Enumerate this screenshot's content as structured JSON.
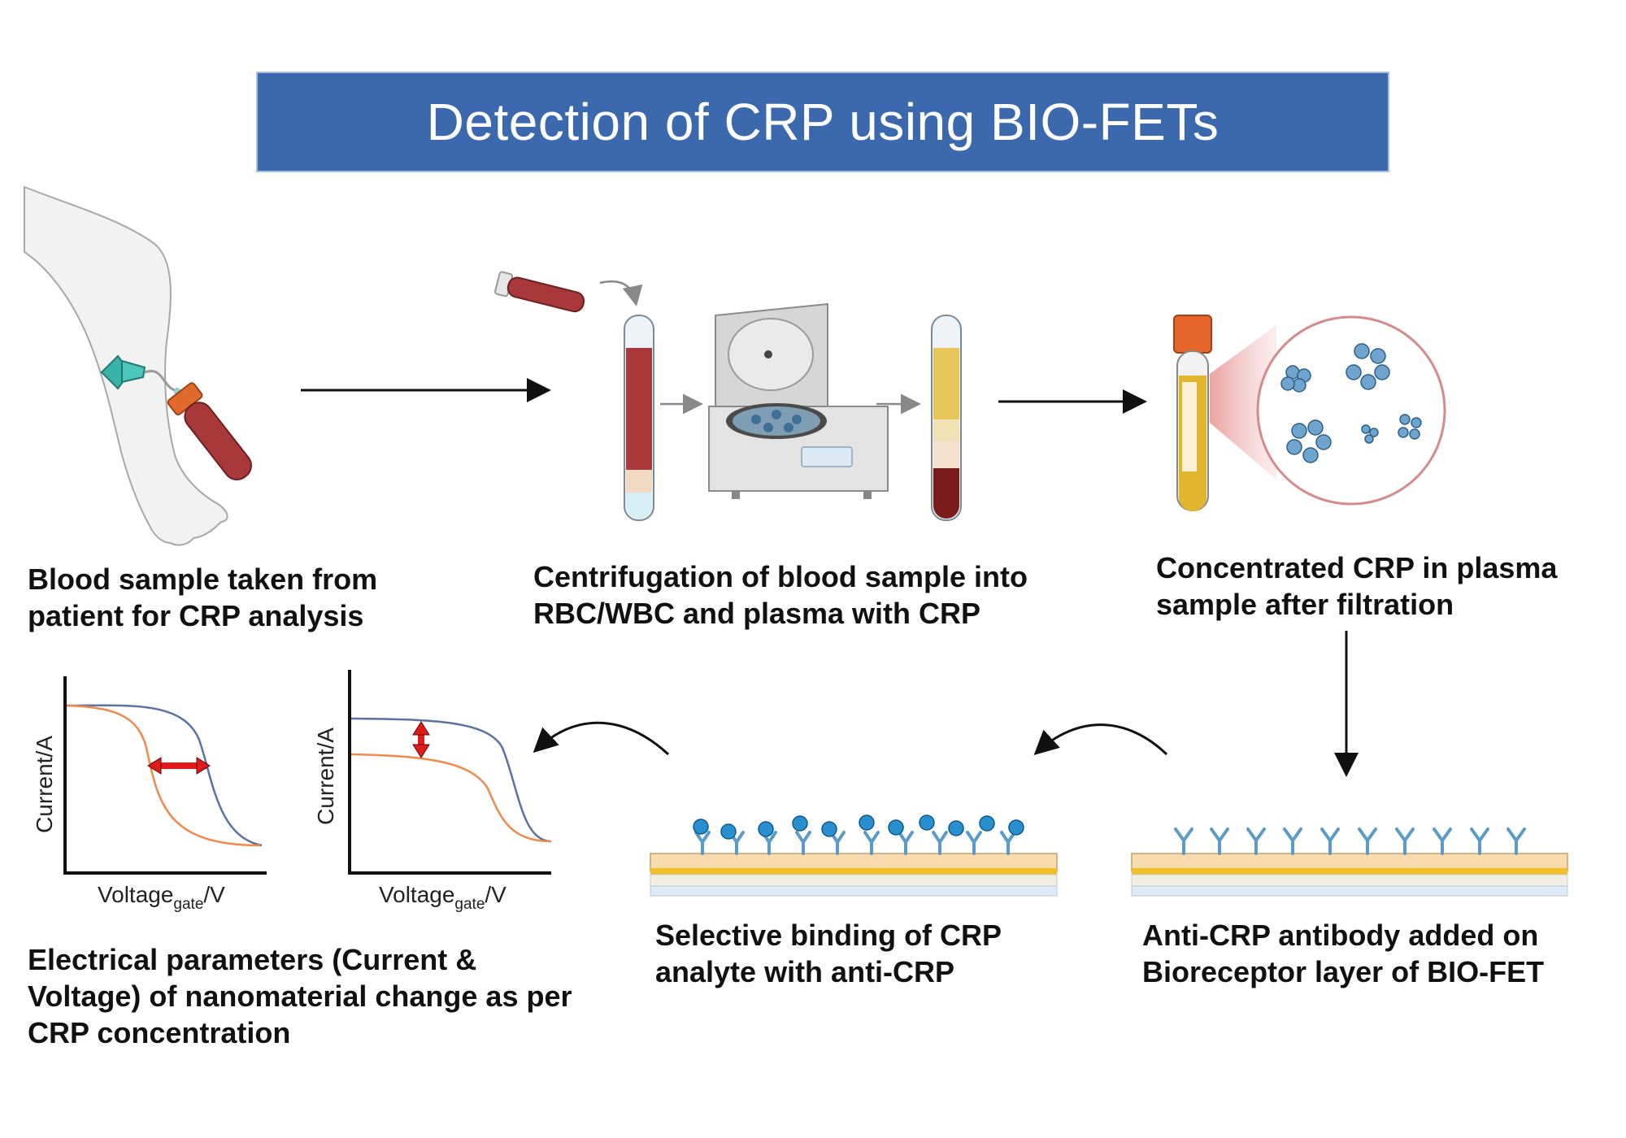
{
  "title": "Detection of CRP using BIO-FETs",
  "steps": {
    "blood_sample": [
      "Blood sample taken from",
      "patient for CRP analysis"
    ],
    "centrifugation": [
      "Centrifugation of blood sample into",
      "RBC/WBC and plasma with CRP"
    ],
    "concentrated": [
      "Concentrated CRP in plasma",
      "sample after filtration"
    ],
    "antibody": [
      "Anti-CRP antibody added on",
      "Bioreceptor layer of BIO-FET"
    ],
    "binding": [
      "Selective binding of CRP",
      "analyte with anti-CRP"
    ],
    "electrical": [
      "Electrical parameters (Current &",
      "Voltage) of nanomaterial change as per",
      "CRP concentration"
    ]
  },
  "graphs": {
    "ylabel": "Current/A",
    "xlabel_main": "Voltage",
    "xlabel_sub": "gate",
    "xlabel_unit": "/V"
  },
  "colors": {
    "title_bg": "#3c68ad",
    "blood": "#a8383a",
    "plasma": "#e8c75a",
    "antibody": "#5b9bc9",
    "crp": "#2a8fce",
    "curve_blue": "#5a72a6",
    "curve_orange": "#f08a4b",
    "indicator": "#e01b1b"
  }
}
